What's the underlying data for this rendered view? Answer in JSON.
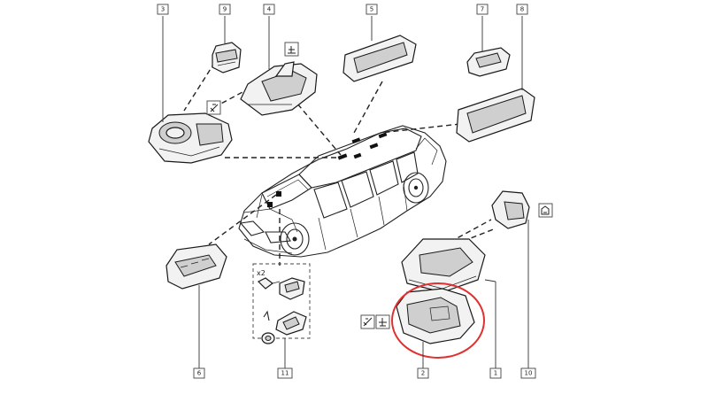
{
  "callouts": [
    {
      "id": "c1",
      "label": "1"
    },
    {
      "id": "c2",
      "label": "2"
    },
    {
      "id": "c3",
      "label": "3"
    },
    {
      "id": "c4",
      "label": "4"
    },
    {
      "id": "c5",
      "label": "5"
    },
    {
      "id": "c6",
      "label": "6"
    },
    {
      "id": "c7",
      "label": "7"
    },
    {
      "id": "c8",
      "label": "8"
    },
    {
      "id": "c9",
      "label": "9"
    },
    {
      "id": "c10",
      "label": "10"
    },
    {
      "id": "c11",
      "label": "11"
    }
  ],
  "quantity_label": "x2",
  "highlight_color": "#e03030"
}
